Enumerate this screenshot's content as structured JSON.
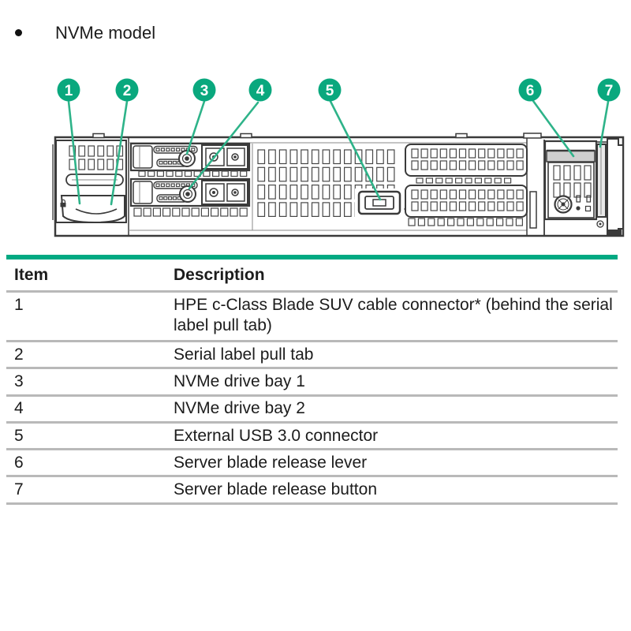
{
  "page": {
    "list_bullet": "",
    "list_label": "NVMe model"
  },
  "figure": {
    "description": "Front panel line drawing of HPE blade server, NVMe model, with numbered callouts",
    "callouts": [
      "1",
      "2",
      "3",
      "4",
      "5",
      "6",
      "7"
    ]
  },
  "table": {
    "columns": {
      "item": "Item",
      "description": "Description"
    },
    "rows": [
      {
        "item": "1",
        "description": "HPE c-Class Blade SUV cable connector* (behind the serial label pull tab)"
      },
      {
        "item": "2",
        "description": "Serial label pull tab"
      },
      {
        "item": "3",
        "description": "NVMe drive bay 1"
      },
      {
        "item": "4",
        "description": "NVMe drive bay 2"
      },
      {
        "item": "5",
        "description": "External USB 3.0 connector"
      },
      {
        "item": "6",
        "description": "Server blade release lever"
      },
      {
        "item": "7",
        "description": "Server blade release button"
      }
    ]
  },
  "colors": {
    "accent_green": "#01A982",
    "callout_green": "#0AA87E",
    "leader_green": "#2EB389",
    "separator_gray": "#B9B9B9",
    "drawing_ink": "#3A3A3A",
    "text": "#1C1C1C"
  }
}
